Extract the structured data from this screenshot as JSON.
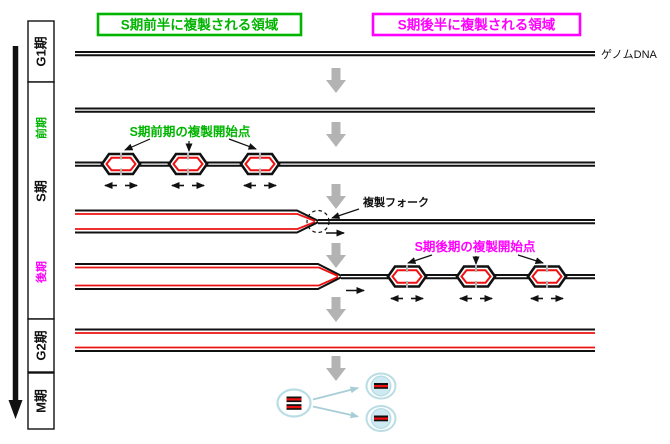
{
  "legend": {
    "early_region": {
      "label": "S期前半に複製される領域",
      "color": "#00b400"
    },
    "late_region": {
      "label": "S期後半に複製される領域",
      "color": "#ff00ff"
    }
  },
  "timeline": {
    "g1": "G1期",
    "s": "S期",
    "s_early": "前期",
    "s_late": "後期",
    "g2": "G2期",
    "m": "M期"
  },
  "annotations": {
    "genome_dna": "ゲノムDNA",
    "early_origins": "S期前期の複製開始点",
    "replication_fork": "複製フォーク",
    "late_origins": "S期後期の複製開始点"
  },
  "colors": {
    "early_accent": "#00b400",
    "late_accent": "#ff00ff",
    "parental_strand": "#111111",
    "new_strand": "#ee1111",
    "stage_arrow_gray": "#b3b3b3",
    "origin_tick_gray": "#b0b0b0",
    "cell_outline_blue": "#b9dde4",
    "cell_fill_blue": "#cdeaf2"
  }
}
